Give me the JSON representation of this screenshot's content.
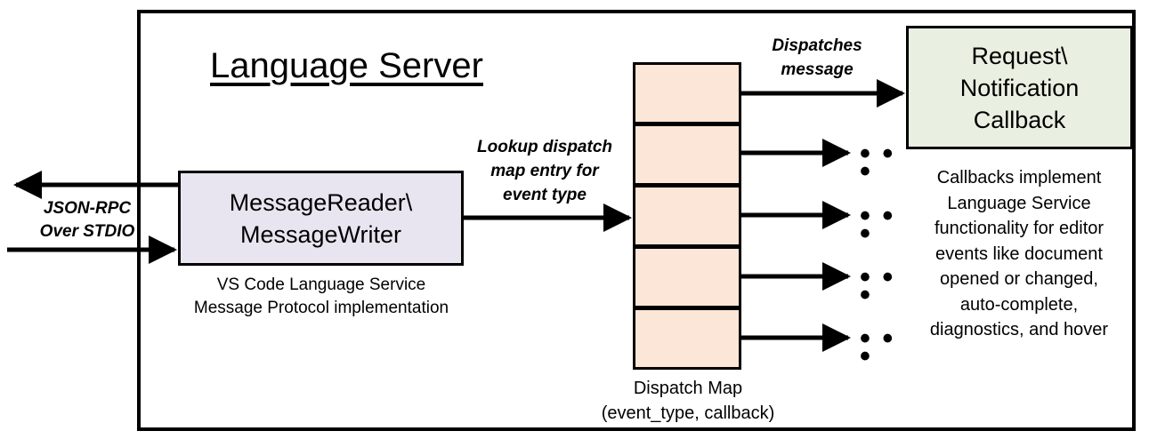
{
  "diagram": {
    "title": "Language Server",
    "colors": {
      "message_box_fill": "#E9E5F0",
      "dispatch_cell_fill": "#FBE6D7",
      "callback_box_fill": "#E9EFE1",
      "stroke": "#000000",
      "background": "#FFFFFF"
    },
    "external_channel": {
      "label_line1": "JSON-RPC",
      "label_line2": "Over STDIO",
      "outbound_arrow": "arrow-left-out",
      "inbound_arrow": "arrow-right-in"
    },
    "message_box": {
      "line1": "MessageReader\\",
      "line2": "MessageWriter",
      "caption_line1": "VS Code Language Service",
      "caption_line2": "Message Protocol implementation"
    },
    "lookup_label": {
      "line1": "Lookup dispatch",
      "line2": "map entry for",
      "line3": "event type"
    },
    "dispatch_map": {
      "caption_line1": "Dispatch Map",
      "caption_line2": "(event_type, callback)",
      "cell_count": 5,
      "cells": [
        {
          "index": 1,
          "marker": "callback-dot",
          "target": "Request\\Notification Callback"
        },
        {
          "index": 2,
          "marker": "callback-dot",
          "target": "..."
        },
        {
          "index": 3,
          "marker": "callback-dot",
          "target": "..."
        },
        {
          "index": 4,
          "marker": "callback-dot",
          "target": "..."
        },
        {
          "index": 5,
          "marker": "callback-dot",
          "target": "..."
        }
      ],
      "ellipsis": "• • •"
    },
    "dispatches_label": {
      "line1": "Dispatches",
      "line2": "message"
    },
    "callback_box": {
      "line1": "Request\\",
      "line2": "Notification",
      "line3": "Callback",
      "caption": "Callbacks implement Language Service functionality for editor events like document opened or changed, auto-complete, diagnostics, and hover",
      "caption_lines": [
        "Callbacks implement",
        "Language Service",
        "functionality for editor",
        "events like document",
        "opened or changed,",
        "auto-complete,",
        "diagnostics, and hover"
      ]
    }
  }
}
